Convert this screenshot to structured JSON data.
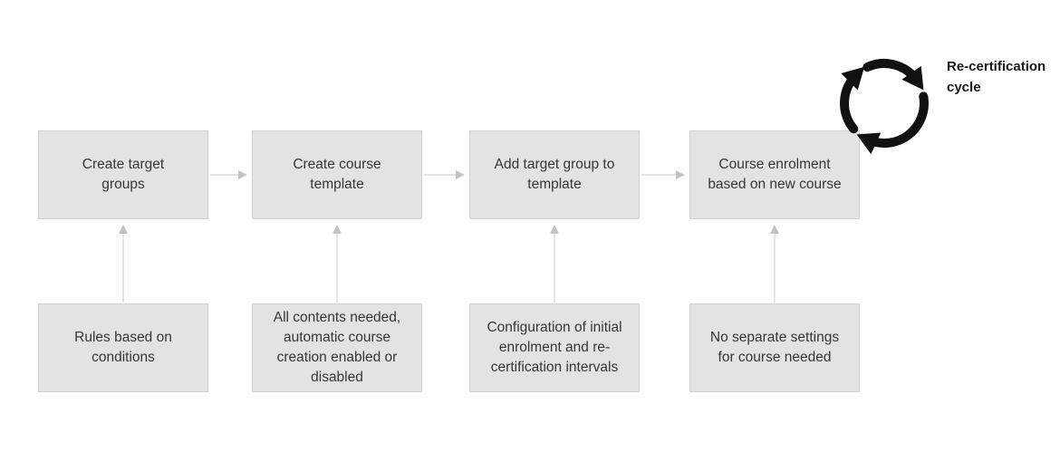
{
  "diagram": {
    "steps": [
      {
        "label": "Create target\ngroups",
        "note": "Rules based on\nconditions"
      },
      {
        "label": "Create course\ntemplate",
        "note": "All contents needed,\nautomatic course\ncreation enabled or\ndisabled"
      },
      {
        "label": "Add target group to\ntemplate",
        "note": "Configuration of initial\nenrolment and re-\ncertification intervals"
      },
      {
        "label": "Course enrolment\nbased on new course",
        "note": "No separate settings\nfor course needed"
      }
    ],
    "cycle_label": "Re-certification\ncycle"
  },
  "colors": {
    "box_fill": "#e3e3e3",
    "box_border": "#d1d1d1",
    "box_text": "#363636",
    "connector_line": "#dcdcdc",
    "connector_head": "#c2c2c2",
    "cycle_icon": "#111111",
    "cycle_label_text": "#1a1a1a",
    "background": "#ffffff"
  }
}
